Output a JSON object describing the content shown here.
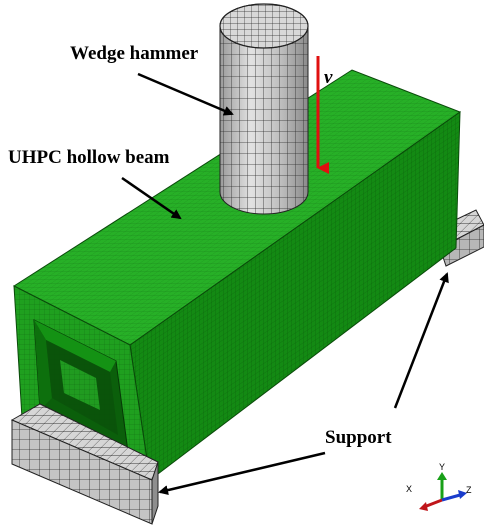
{
  "labels": {
    "wedge_hammer": "Wedge hammer",
    "uhpc_beam": "UHPC hollow beam",
    "support": "Support",
    "velocity": "v"
  },
  "triad": {
    "x": "X",
    "y": "Y",
    "z": "Z"
  },
  "colors": {
    "beam_front": "#1fa01f",
    "beam_top": "#27b027",
    "beam_side": "#138a13",
    "beam_inner": "#0b5f0b",
    "mesh_green": "#0a4a0a",
    "steel_light": "#d6d6d6",
    "steel_mid": "#b7b7b7",
    "steel_dark": "#8e8e8e",
    "mesh_steel": "#2a2a2a",
    "velocity_arrow": "#e01010",
    "axis_x": "#c0151a",
    "axis_y": "#18a018",
    "axis_z": "#1a3ccc"
  }
}
